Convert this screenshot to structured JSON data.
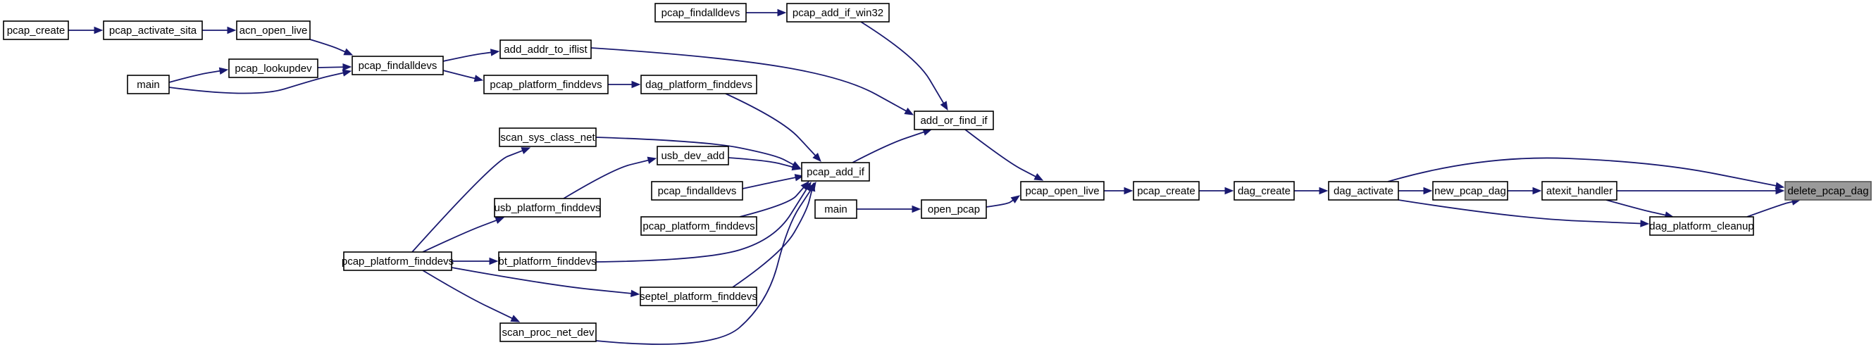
{
  "graph": {
    "edge_color": "#191970",
    "focus_fill": "#9a9a9a",
    "focus_node": "delete_pcap_dag",
    "nodes": [
      {
        "id": "pcap_create_l",
        "label": "pcap_create"
      },
      {
        "id": "pcap_activate_sita",
        "label": "pcap_activate_sita"
      },
      {
        "id": "acn_open_live",
        "label": "acn_open_live"
      },
      {
        "id": "pcap_lookupdev",
        "label": "pcap_lookupdev"
      },
      {
        "id": "main_l",
        "label": "main"
      },
      {
        "id": "pcap_findalldevs_mid",
        "label": "pcap_findalldevs"
      },
      {
        "id": "add_addr_to_iflist",
        "label": "add_addr_to_iflist"
      },
      {
        "id": "pcap_platform_finddevs_a",
        "label": "pcap_platform_finddevs"
      },
      {
        "id": "pcap_findalldevs_top",
        "label": "pcap_findalldevs"
      },
      {
        "id": "pcap_add_if_win32",
        "label": "pcap_add_if_win32"
      },
      {
        "id": "dag_platform_finddevs",
        "label": "dag_platform_finddevs"
      },
      {
        "id": "add_or_find_if",
        "label": "add_or_find_if"
      },
      {
        "id": "scan_sys_class_net",
        "label": "scan_sys_class_net"
      },
      {
        "id": "usb_dev_add",
        "label": "usb_dev_add"
      },
      {
        "id": "pcap_findalldevs_b",
        "label": "pcap_findalldevs"
      },
      {
        "id": "pcap_add_if",
        "label": "pcap_add_if"
      },
      {
        "id": "usb_platform_finddevs",
        "label": "usb_platform_finddevs"
      },
      {
        "id": "pcap_platform_finddevs_c",
        "label": "pcap_platform_finddevs"
      },
      {
        "id": "pcap_platform_finddevs_left",
        "label": "pcap_platform_finddevs"
      },
      {
        "id": "bt_platform_finddevs",
        "label": "bt_platform_finddevs"
      },
      {
        "id": "septel_platform_finddevs",
        "label": "septel_platform_finddevs"
      },
      {
        "id": "scan_proc_net_dev",
        "label": "scan_proc_net_dev"
      },
      {
        "id": "main_b",
        "label": "main"
      },
      {
        "id": "open_pcap",
        "label": "open_pcap"
      },
      {
        "id": "pcap_open_live",
        "label": "pcap_open_live"
      },
      {
        "id": "pcap_create_r",
        "label": "pcap_create"
      },
      {
        "id": "dag_create",
        "label": "dag_create"
      },
      {
        "id": "dag_activate",
        "label": "dag_activate"
      },
      {
        "id": "new_pcap_dag",
        "label": "new_pcap_dag"
      },
      {
        "id": "atexit_handler",
        "label": "atexit_handler"
      },
      {
        "id": "dag_platform_cleanup",
        "label": "dag_platform_cleanup"
      },
      {
        "id": "delete_pcap_dag",
        "label": "delete_pcap_dag"
      }
    ],
    "edges": [
      {
        "from": "pcap_create_l",
        "to": "pcap_activate_sita"
      },
      {
        "from": "pcap_activate_sita",
        "to": "acn_open_live"
      },
      {
        "from": "acn_open_live",
        "to": "pcap_findalldevs_mid"
      },
      {
        "from": "pcap_lookupdev",
        "to": "pcap_findalldevs_mid"
      },
      {
        "from": "main_l",
        "to": "pcap_lookupdev"
      },
      {
        "from": "main_l",
        "to": "pcap_findalldevs_mid"
      },
      {
        "from": "pcap_findalldevs_mid",
        "to": "add_addr_to_iflist"
      },
      {
        "from": "pcap_findalldevs_mid",
        "to": "pcap_platform_finddevs_a"
      },
      {
        "from": "pcap_findalldevs_top",
        "to": "pcap_add_if_win32"
      },
      {
        "from": "pcap_add_if_win32",
        "to": "add_or_find_if"
      },
      {
        "from": "add_addr_to_iflist",
        "to": "add_or_find_if"
      },
      {
        "from": "pcap_platform_finddevs_a",
        "to": "dag_platform_finddevs"
      },
      {
        "from": "dag_platform_finddevs",
        "to": "pcap_add_if"
      },
      {
        "from": "scan_sys_class_net",
        "to": "pcap_add_if"
      },
      {
        "from": "usb_dev_add",
        "to": "pcap_add_if"
      },
      {
        "from": "pcap_findalldevs_b",
        "to": "pcap_add_if"
      },
      {
        "from": "pcap_platform_finddevs_c",
        "to": "pcap_add_if"
      },
      {
        "from": "bt_platform_finddevs",
        "to": "pcap_add_if"
      },
      {
        "from": "septel_platform_finddevs",
        "to": "pcap_add_if"
      },
      {
        "from": "scan_proc_net_dev",
        "to": "pcap_add_if"
      },
      {
        "from": "usb_platform_finddevs",
        "to": "usb_dev_add"
      },
      {
        "from": "pcap_platform_finddevs_left",
        "to": "scan_sys_class_net"
      },
      {
        "from": "pcap_platform_finddevs_left",
        "to": "usb_platform_finddevs"
      },
      {
        "from": "pcap_platform_finddevs_left",
        "to": "bt_platform_finddevs"
      },
      {
        "from": "pcap_platform_finddevs_left",
        "to": "septel_platform_finddevs"
      },
      {
        "from": "pcap_platform_finddevs_left",
        "to": "scan_proc_net_dev"
      },
      {
        "from": "pcap_add_if",
        "to": "add_or_find_if"
      },
      {
        "from": "add_or_find_if",
        "to": "pcap_open_live"
      },
      {
        "from": "main_b",
        "to": "open_pcap"
      },
      {
        "from": "open_pcap",
        "to": "pcap_open_live"
      },
      {
        "from": "pcap_open_live",
        "to": "pcap_create_r"
      },
      {
        "from": "pcap_create_r",
        "to": "dag_create"
      },
      {
        "from": "dag_create",
        "to": "dag_activate"
      },
      {
        "from": "dag_activate",
        "to": "new_pcap_dag"
      },
      {
        "from": "dag_activate",
        "to": "delete_pcap_dag"
      },
      {
        "from": "dag_activate",
        "to": "dag_platform_cleanup"
      },
      {
        "from": "new_pcap_dag",
        "to": "atexit_handler"
      },
      {
        "from": "atexit_handler",
        "to": "delete_pcap_dag"
      },
      {
        "from": "atexit_handler",
        "to": "dag_platform_cleanup"
      },
      {
        "from": "dag_platform_cleanup",
        "to": "delete_pcap_dag"
      }
    ]
  }
}
